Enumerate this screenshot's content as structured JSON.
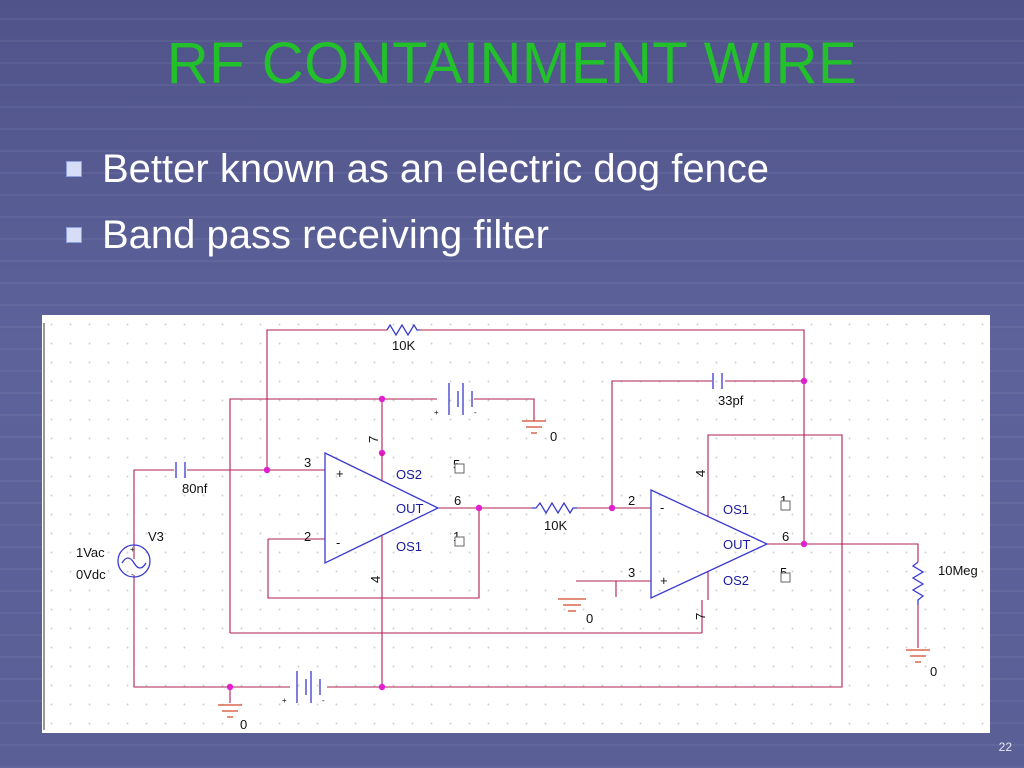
{
  "slide": {
    "title": "RF CONTAINMENT WIRE",
    "bullets": [
      "Better known as an electric dog fence",
      "Band pass receiving filter"
    ],
    "page_number": "22"
  },
  "colors": {
    "title": "#22c02a",
    "wire": "#b02050",
    "component": "#3a3ad0",
    "junction": "#e020d0",
    "ground": "#d04a2a"
  },
  "schematic": {
    "components": {
      "r_feedback": "10K",
      "r_series": "10K",
      "c_input": "80nf",
      "c_feedback": "33pf",
      "r_load": "10Meg",
      "source_name": "V3",
      "source_ac": "1Vac",
      "source_dc": "0Vdc"
    },
    "ground_label": "0",
    "opamp1": {
      "pin_plus": "3",
      "pin_minus": "2",
      "pin_out": "6",
      "pin_v_plus": "7",
      "pin_v_minus": "4",
      "pin_os2": "5",
      "pin_os1": "1",
      "out_label": "OUT",
      "os2_label": "OS2",
      "os1_label": "OS1",
      "plus_sign": "+",
      "minus_sign": "-"
    },
    "opamp2": {
      "pin_minus": "2",
      "pin_plus": "3",
      "pin_out": "6",
      "pin_v_plus": "7",
      "pin_v_minus": "4",
      "pin_os1": "1",
      "pin_os2": "5",
      "out_label": "OUT",
      "os1_label": "OS1",
      "os2_label": "OS2",
      "plus_sign": "+",
      "minus_sign": "-"
    },
    "battery_plus": "+",
    "battery_minus": "-"
  }
}
